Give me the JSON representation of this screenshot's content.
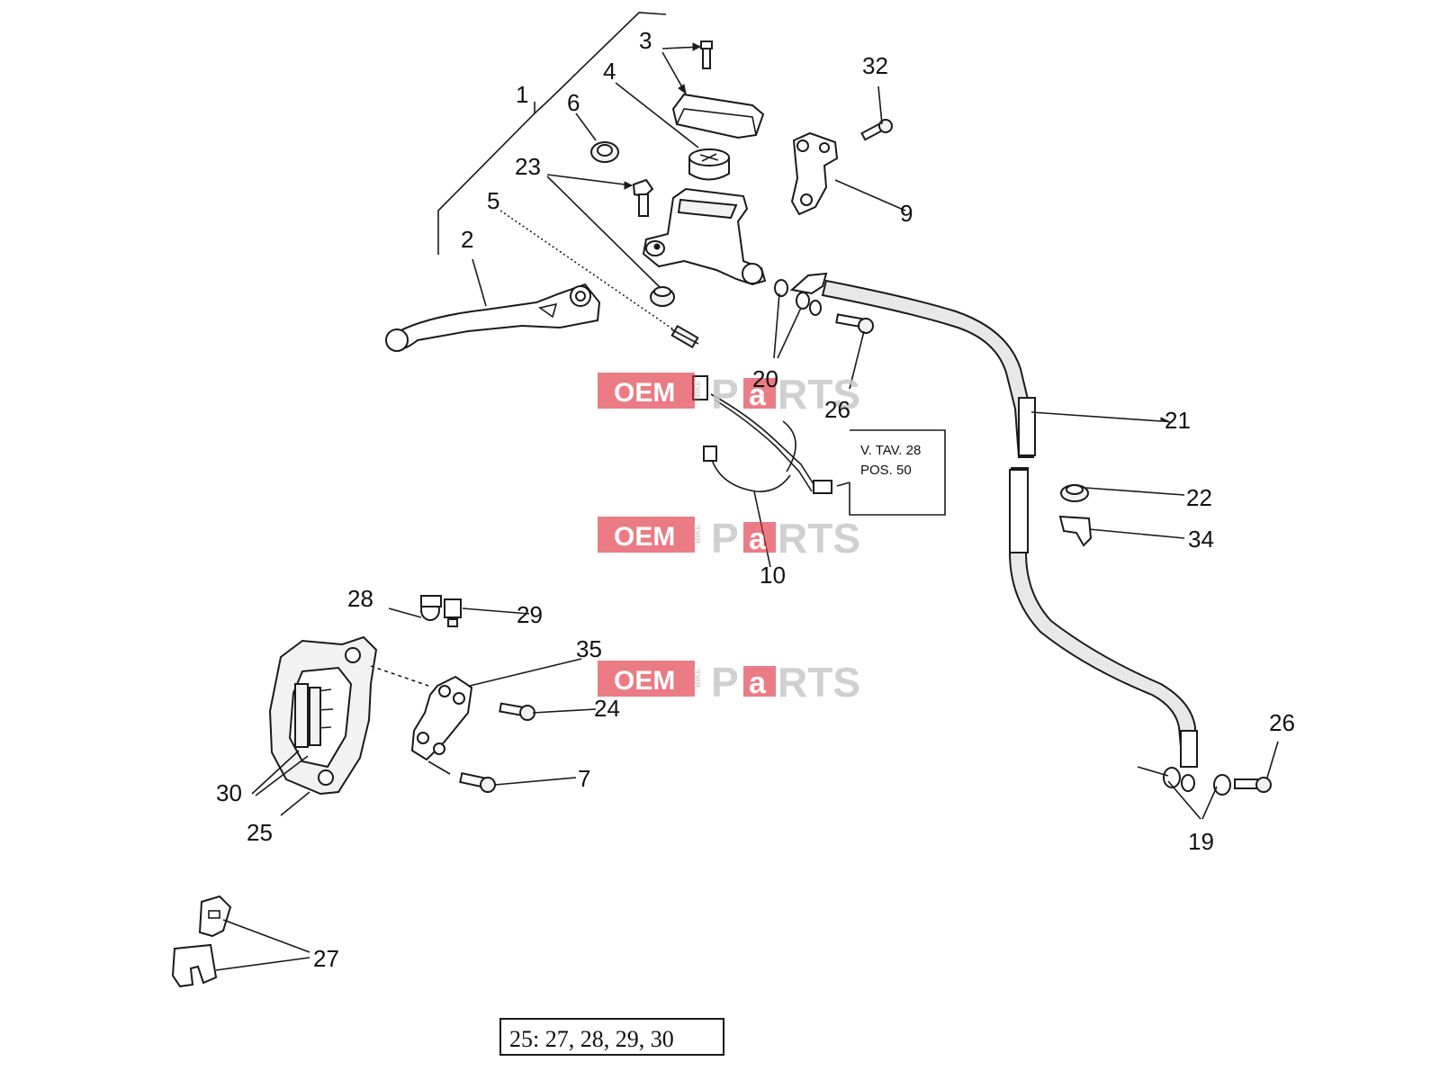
{
  "callouts": {
    "c1": "1",
    "c2": "2",
    "c3": "3",
    "c4": "4",
    "c5": "5",
    "c6": "6",
    "c7": "7",
    "c9": "9",
    "c10": "10",
    "c19": "19",
    "c20": "20",
    "c21": "21",
    "c22": "22",
    "c23": "23",
    "c24": "24",
    "c25": "25",
    "c26a": "26",
    "c26b": "26",
    "c27": "27",
    "c28": "28",
    "c29": "29",
    "c30": "30",
    "c32": "32",
    "c34": "34",
    "c35": "35"
  },
  "reference_note": {
    "line1": "V. TAV. 28",
    "line2": "POS. 50"
  },
  "kit_note": "25:  27, 28, 29, 30",
  "watermark": {
    "left": "OEM",
    "middle": "BIKE",
    "right_a": "P",
    "right_b": "a",
    "right_c": "RTS"
  },
  "colors": {
    "watermark_red": "#e03040",
    "watermark_gray": "#c8c8c8",
    "line": "#1a1a1a"
  }
}
